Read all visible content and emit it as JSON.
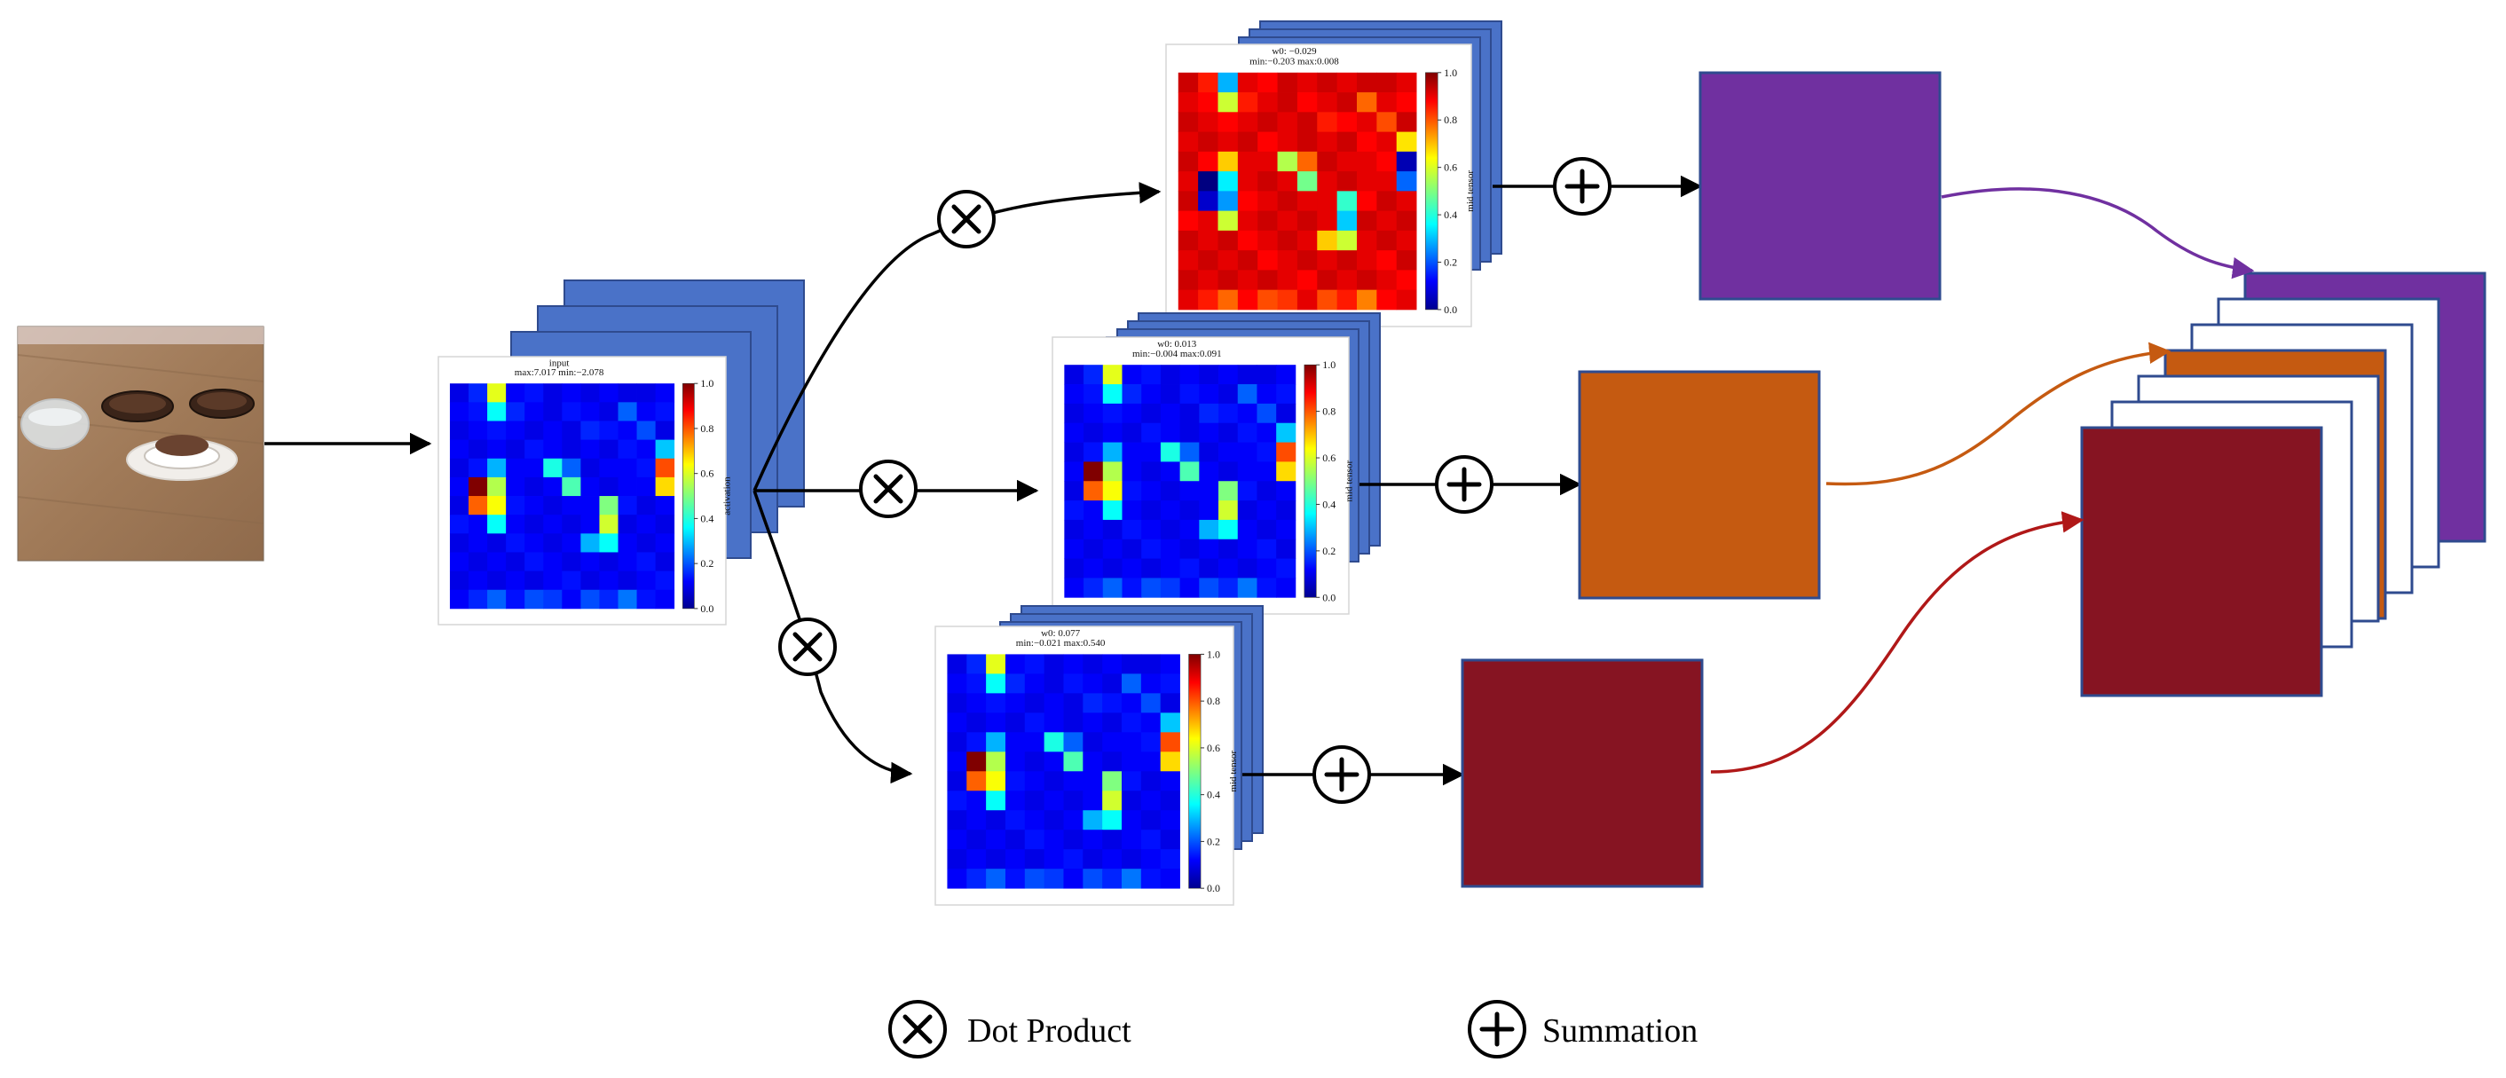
{
  "panels": {
    "input": {
      "title": "input",
      "subtitle": "max:7.017 min:−2.078",
      "cbar_label": "activation"
    },
    "top": {
      "title": "w0: −0.029",
      "subtitle": "min:−0.203 max:0.008",
      "cbar_label": "mid tensor"
    },
    "middle": {
      "title": "w0: 0.013",
      "subtitle": "min:−0.004 max:0.091",
      "cbar_label": "mid tensor"
    },
    "bottom": {
      "title": "w0: 0.077",
      "subtitle": "min:−0.021 max:0.540",
      "cbar_label": "mid tensor"
    }
  },
  "colorbar_ticks": [
    "0.0",
    "0.2",
    "0.4",
    "0.6",
    "0.8",
    "1.0"
  ],
  "legend": {
    "dot_product_label": "Dot Product",
    "summation_label": "Summation"
  },
  "colors": {
    "stack_blue": "#4a72c8",
    "purple": "#7030a0",
    "orange": "#c55a11",
    "crimson": "#861422",
    "border_blue": "#2f4b8f"
  },
  "icons": [
    "photo-thumbnail",
    "multiply-circle-icon",
    "plus-circle-icon"
  ]
}
